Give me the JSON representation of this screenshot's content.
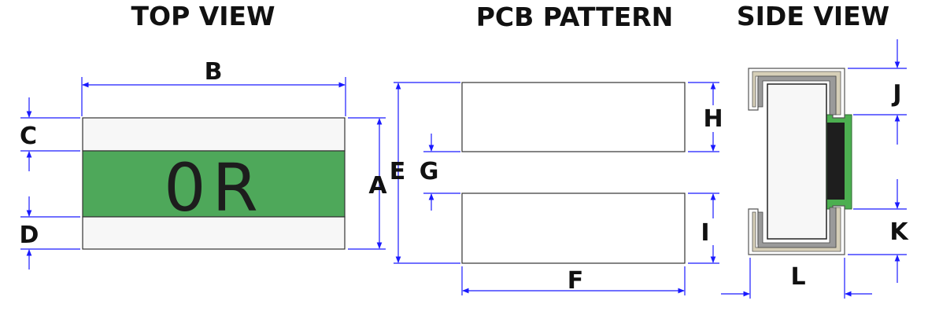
{
  "titles": {
    "top_view": "TOP VIEW",
    "pcb_pattern": "PCB PATTERN",
    "side_view": "SIDE VIEW"
  },
  "marking": "0R",
  "dimension_labels": {
    "A": "A",
    "B": "B",
    "C": "C",
    "D": "D",
    "E": "E",
    "F": "F",
    "G": "G",
    "H": "H",
    "I": "I",
    "J": "J",
    "K": "K",
    "L": "L"
  },
  "colors": {
    "body_green": "#4ea85a",
    "terminal_white": "#f7f7f7",
    "dimension_blue": "#1a1aff",
    "side_green": "#4caf50",
    "side_dark": "#1e1e1e",
    "layer_tan": "#d6cfb8",
    "layer_grey": "#9a9a9a"
  }
}
